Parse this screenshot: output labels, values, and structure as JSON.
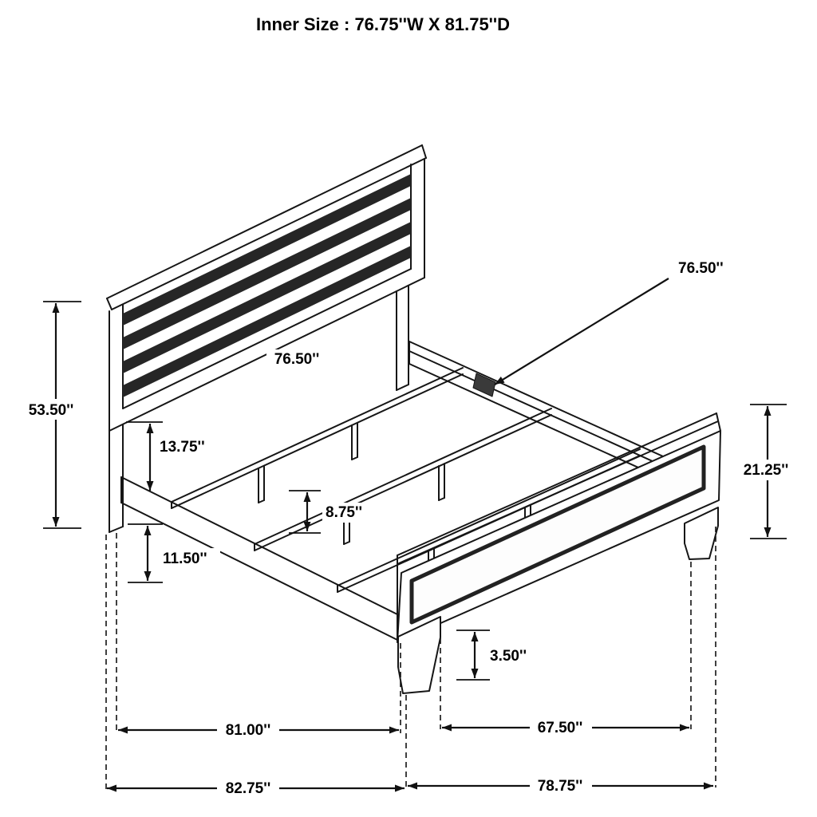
{
  "title": "Inner Size : 76.75''W X 81.75''D",
  "dims": {
    "headboard_height": "53.50''",
    "footboard_height": "21.25''",
    "panel_to_rail": "13.75''",
    "support_height": "8.75''",
    "rail_height": "11.50''",
    "foot_height": "3.50''",
    "inner_width": "76.50''",
    "rail_length_callout": "76.50''",
    "inner_length": "81.00''",
    "footboard_span": "67.50''",
    "overall_length": "82.75''",
    "overall_width": "78.75''"
  },
  "colors": {
    "line": "#161616",
    "slat_fill": "#262626",
    "background": "#ffffff"
  }
}
